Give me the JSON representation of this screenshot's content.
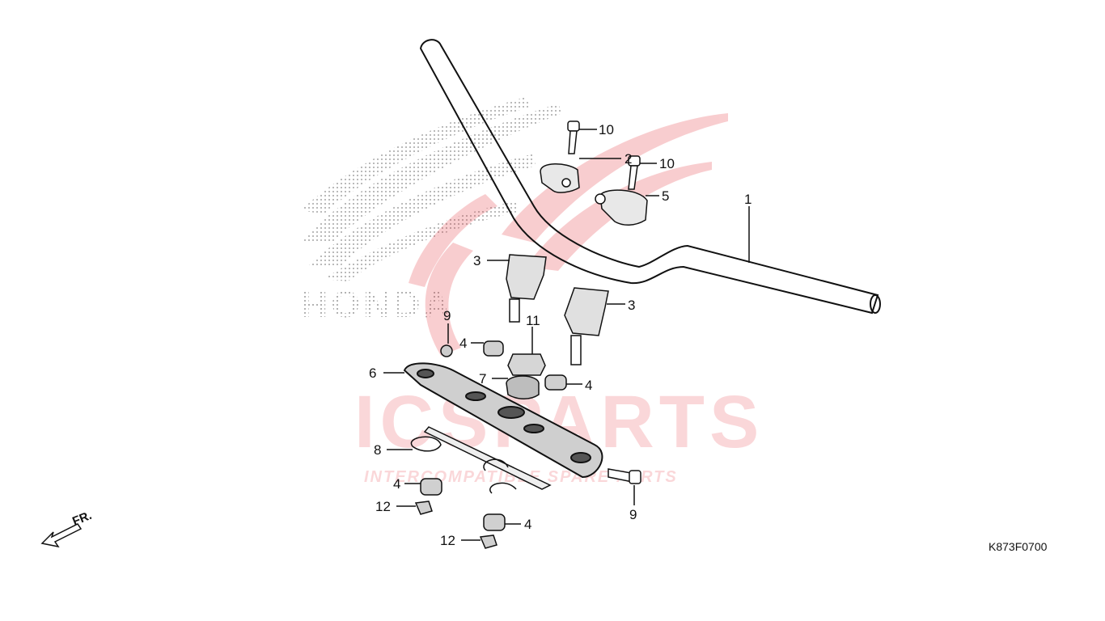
{
  "diagram_code": "K873F0700",
  "direction_label": "FR.",
  "watermark": {
    "brand_text": "HONDA",
    "main_text": "ICSPARTS",
    "sub_text": "INTERCOMPATIBLE SPARE PARTS",
    "color": "#e4212b"
  },
  "callouts": [
    {
      "id": "c1",
      "number": "1"
    },
    {
      "id": "c2",
      "number": "2"
    },
    {
      "id": "c3a",
      "number": "3"
    },
    {
      "id": "c3b",
      "number": "3"
    },
    {
      "id": "c4a",
      "number": "4"
    },
    {
      "id": "c4b",
      "number": "4"
    },
    {
      "id": "c4c",
      "number": "4"
    },
    {
      "id": "c4d",
      "number": "4"
    },
    {
      "id": "c5",
      "number": "5"
    },
    {
      "id": "c6",
      "number": "6"
    },
    {
      "id": "c7",
      "number": "7"
    },
    {
      "id": "c8",
      "number": "8"
    },
    {
      "id": "c9a",
      "number": "9"
    },
    {
      "id": "c9b",
      "number": "9"
    },
    {
      "id": "c10a",
      "number": "10"
    },
    {
      "id": "c10b",
      "number": "10"
    },
    {
      "id": "c11",
      "number": "11"
    },
    {
      "id": "c12a",
      "number": "12"
    },
    {
      "id": "c12b",
      "number": "12"
    }
  ]
}
